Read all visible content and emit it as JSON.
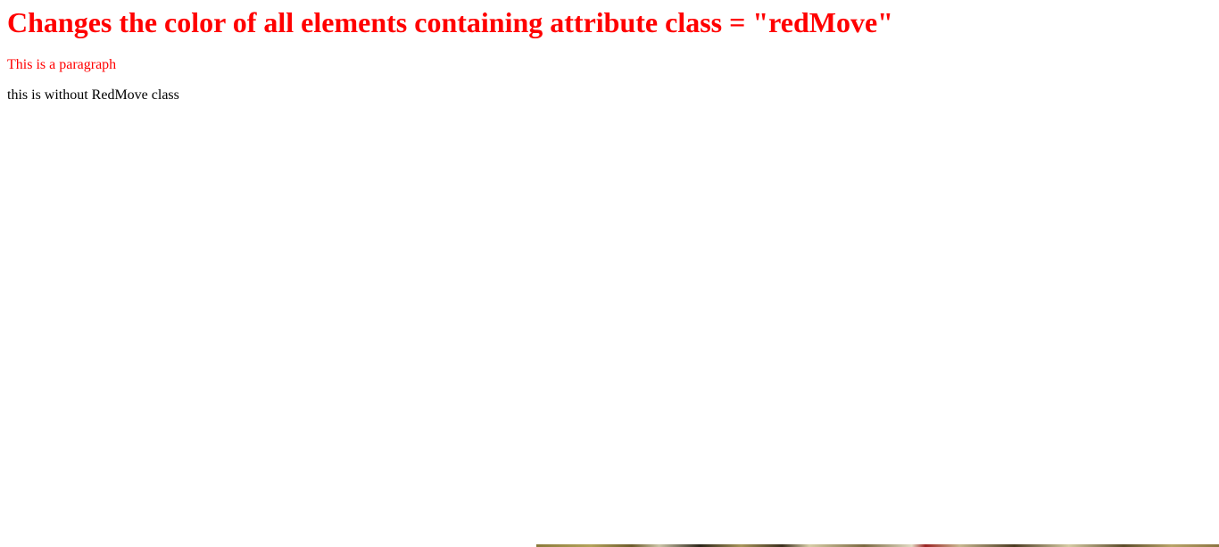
{
  "heading": "Changes the color of all elements containing attribute class = \"redMove\"",
  "paragraphs": {
    "red": "This is a paragraph",
    "plain": "this is without RedMove class"
  },
  "colors": {
    "red_text": "#ff0000",
    "default_text": "#000000",
    "background": "#ffffff"
  }
}
